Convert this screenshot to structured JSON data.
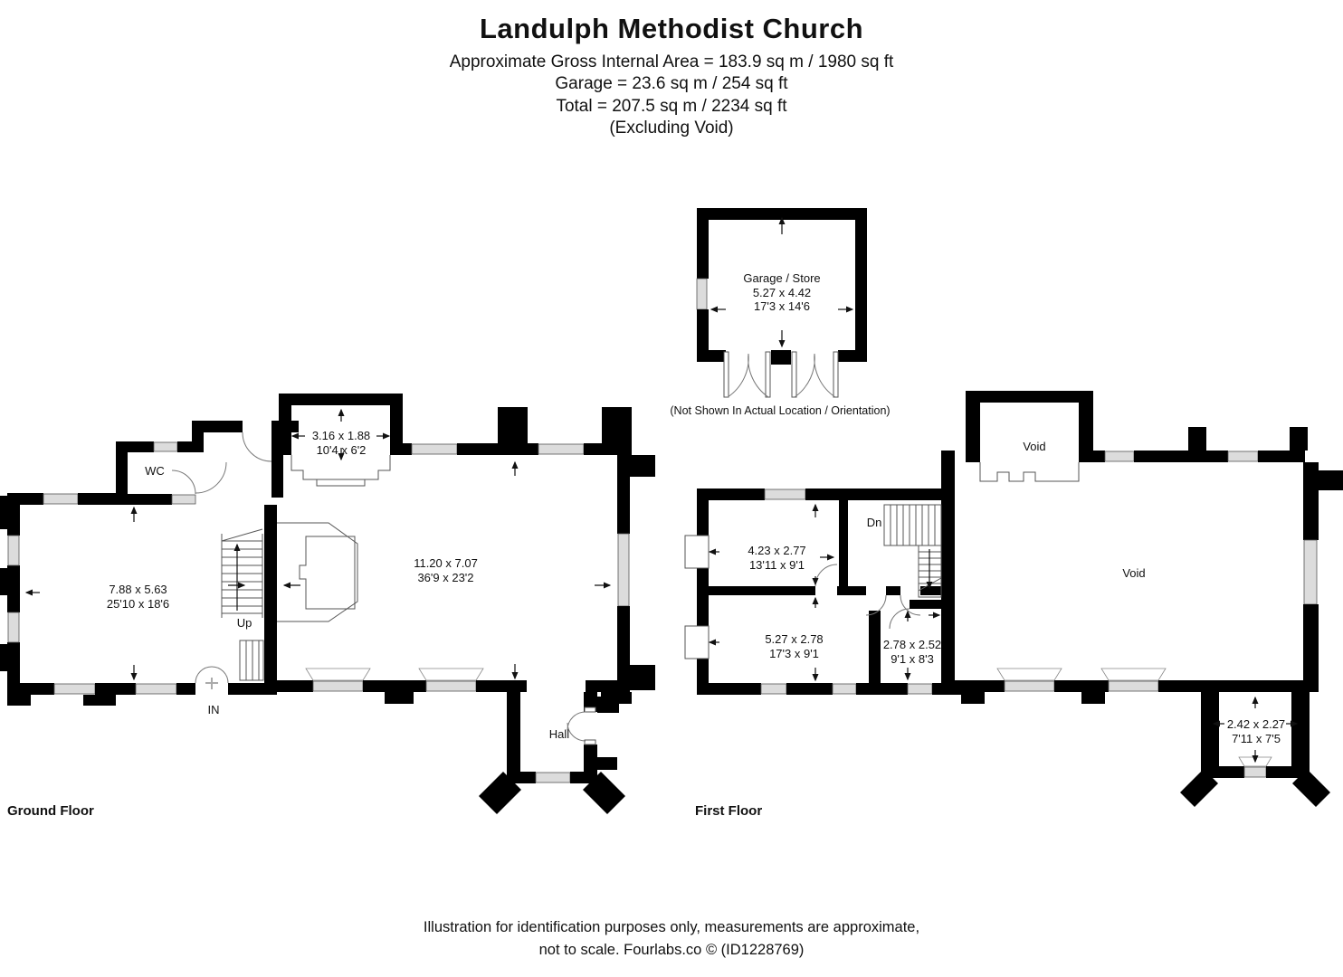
{
  "header": {
    "title": "Landulph Methodist Church",
    "line1": "Approximate Gross Internal Area = 183.9 sq m / 1980 sq ft",
    "line2": "Garage = 23.6 sq m / 254 sq ft",
    "line3": "Total = 207.5 sq m / 2234 sq ft",
    "line4": "(Excluding Void)"
  },
  "garage": {
    "name": "Garage / Store",
    "metric": "5.27 x 4.42",
    "imperial": "17'3 x 14'6",
    "note": "(Not Shown In Actual Location / Orientation)"
  },
  "ground_floor": {
    "label": "Ground Floor",
    "wc": "WC",
    "up": "Up",
    "in": "IN",
    "hall": "Hall",
    "room_main": {
      "metric": "7.88 x 5.63",
      "imperial": "25'10 x 18'6"
    },
    "alcove": {
      "metric": "3.16 x 1.88",
      "imperial": "10'4 x 6'2"
    },
    "church": {
      "metric": "11.20 x 7.07",
      "imperial": "36'9 x 23'2"
    }
  },
  "first_floor": {
    "label": "First Floor",
    "dn": "Dn",
    "void_small": "Void",
    "void_large": "Void",
    "room_a": {
      "metric": "4.23 x 2.77",
      "imperial": "13'11 x 9'1"
    },
    "room_b": {
      "metric": "5.27 x 2.78",
      "imperial": "17'3 x 9'1"
    },
    "room_c": {
      "metric": "2.78 x 2.52",
      "imperial": "9'1 x 8'3"
    },
    "room_d": {
      "metric": "2.42 x 2.27",
      "imperial": "7'11 x 7'5"
    }
  },
  "footer": {
    "line1": "Illustration for identification purposes only, measurements are approximate,",
    "line2": "not to scale. Fourlabs.co © (ID1228769)"
  },
  "colors": {
    "wall": "#000000",
    "window": "#dcdcdc"
  }
}
